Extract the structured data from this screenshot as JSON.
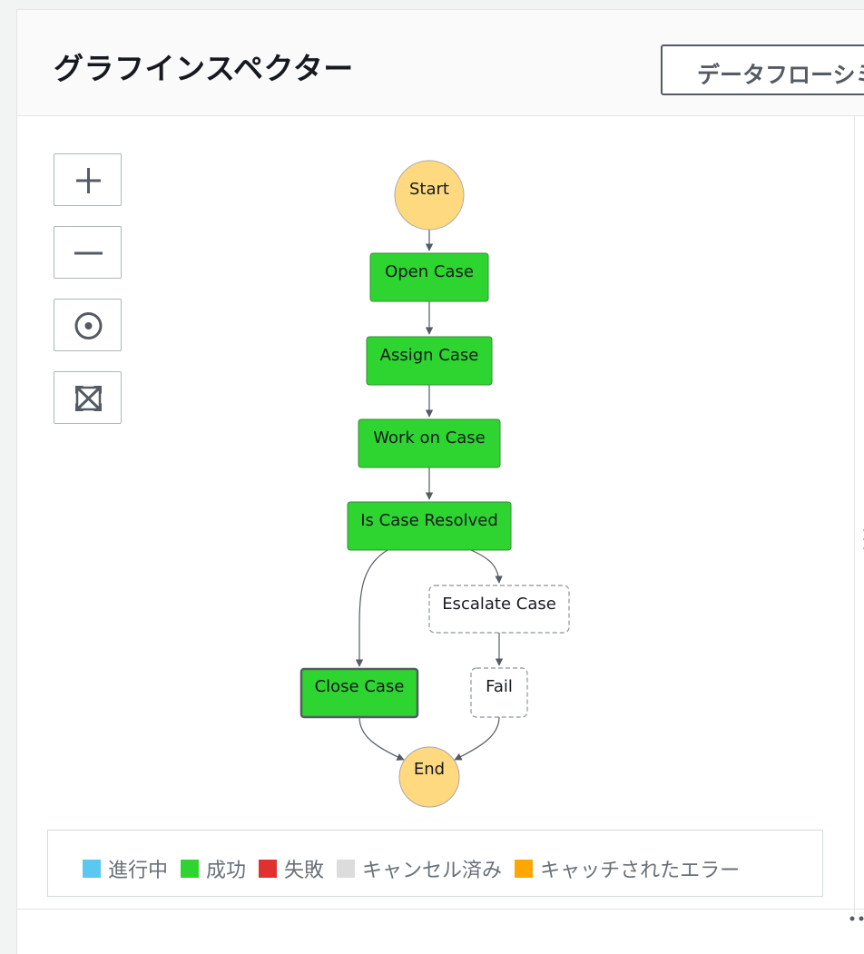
{
  "header": {
    "title": "グラフインスペクター",
    "dataflow_button": "データフローシミュレーター"
  },
  "controls": [
    {
      "name": "zoom-in",
      "icon": "plus-icon"
    },
    {
      "name": "zoom-out",
      "icon": "minus-icon"
    },
    {
      "name": "center",
      "icon": "target-icon"
    },
    {
      "name": "fit",
      "icon": "expand-icon"
    }
  ],
  "graph": {
    "nodes": {
      "start": "Start",
      "open_case": "Open Case",
      "assign_case": "Assign Case",
      "work_on_case": "Work on Case",
      "is_case_resolved": "Is Case Resolved",
      "escalate_case": "Escalate Case",
      "close_case": "Close Case",
      "fail": "Fail",
      "end": "End"
    }
  },
  "legend": [
    {
      "label": "進行中",
      "color": "#5bc8ef"
    },
    {
      "label": "成功",
      "color": "#2ed530"
    },
    {
      "label": "失敗",
      "color": "#e0302f"
    },
    {
      "label": "キャンセル済み",
      "color": "#dcdcdc"
    },
    {
      "label": "キャッチされたエラー",
      "color": "#ffa600"
    }
  ],
  "colors": {
    "success": "#2ed530",
    "start_end": "#ffd97f",
    "edge": "#545b64"
  }
}
